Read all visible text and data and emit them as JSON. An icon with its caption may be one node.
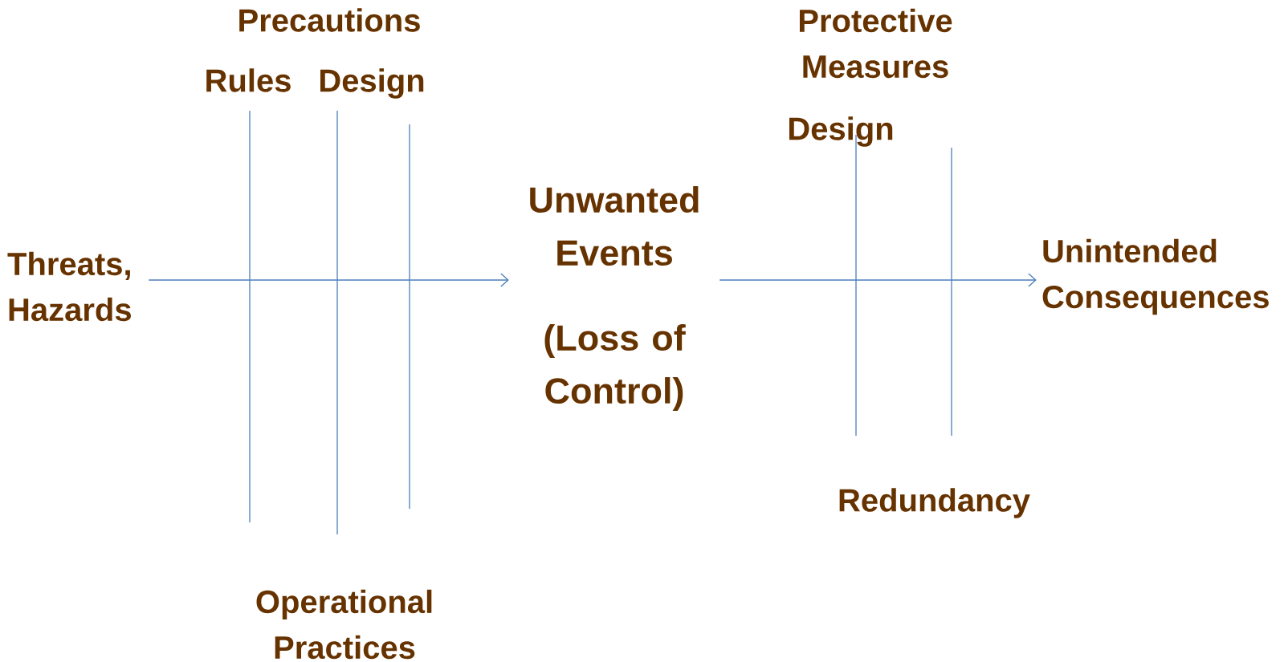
{
  "diagram": {
    "nodes": [
      {
        "text": [
          "Threats, Hazards"
        ]
      },
      {
        "text": [
          "Unwanted Events",
          "(Loss of Control)"
        ]
      },
      {
        "text": [
          "Unintended Consequences"
        ]
      }
    ],
    "edges": [
      {
        "from": 0,
        "to": 1,
        "arrow": "to"
      },
      {
        "from": 1,
        "to": 2,
        "arrow": "to"
      }
    ],
    "labels": [
      "Precautions",
      "Rules",
      "Design",
      "Operational Practices",
      "Protective Measures",
      "Design",
      "Redundancy"
    ]
  }
}
